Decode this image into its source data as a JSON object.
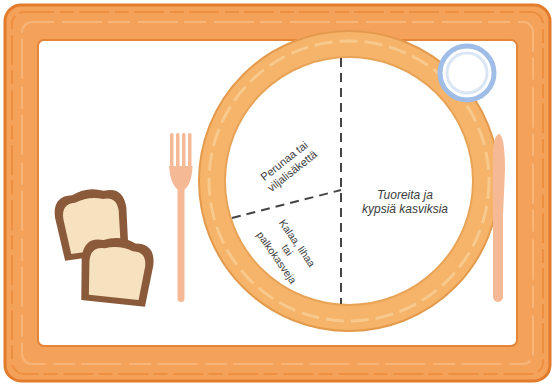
{
  "diagram": {
    "nodes": [
      {
        "text": [
          "Perunaa tai viljalisäkettä"
        ]
      },
      {
        "text": [
          "Tuoreita ja kypsiä kasviksia"
        ]
      },
      {
        "text": [
          "Kalaa, lihaa tai palkokasveja"
        ]
      }
    ]
  }
}
